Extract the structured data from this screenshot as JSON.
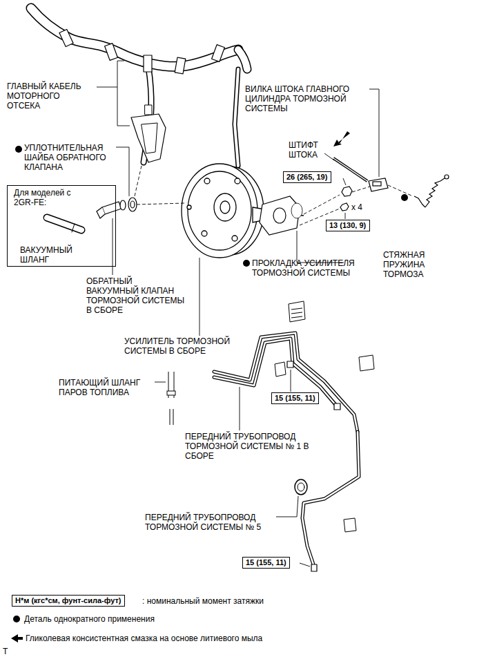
{
  "diagram": {
    "nodes": [
      {
        "text": [
          "Для моделей с 2GR-FE:",
          "ВАКУУМНЫЙ ШЛАНГ"
        ]
      },
      {
        "text": [
          "26 (265, 19)"
        ]
      },
      {
        "text": [
          "13 (130, 9)"
        ]
      },
      {
        "text": [
          "15 (155, 11)"
        ]
      },
      {
        "text": [
          "15 (155, 11)"
        ]
      },
      {
        "text": [
          "Н*м (кгс*см, фунт-сила-фут)"
        ]
      }
    ],
    "labels": [
      "ГЛАВНЫЙ КАБЕЛЬ МОТОРНОГО ОТСЕКА",
      "ВИЛКА ШТОКА ГЛАВНОГО ЦИЛИНДРА ТОРМОЗНОЙ СИСТЕМЫ",
      "УПЛОТНИТЕЛЬНАЯ ШАЙБА ОБРАТНОГО КЛАПАНА",
      "ШТИФТ ШТОКА",
      "x 4",
      "ПРОКЛАДКА УСИЛИТЕЛЯ ТОРМОЗНОЙ СИСТЕМЫ",
      "СТЯЖНАЯ ПРУЖИНА ТОРМОЗА",
      "ОБРАТНЫЙ ВАКУУМНЫЙ КЛАПАН ТОРМОЗНОЙ СИСТЕМЫ В СБОРЕ",
      "УСИЛИТЕЛЬ ТОРМОЗНОЙ СИСТЕМЫ В СБОРЕ",
      "ПИТАЮЩИЙ ШЛАНГ ПАРОВ ТОПЛИВА",
      "ПЕРЕДНИЙ ТРУБОПРОВОД ТОРМОЗНОЙ СИСТЕМЫ № 1 В СБОРЕ",
      "ПЕРЕДНИЙ ТРУБОПРОВОД ТОРМОЗНОЙ СИСТЕМЫ № 5",
      "T"
    ],
    "legend": [
      {
        "text": ": номинальный момент затяжки"
      },
      {
        "text": "Деталь однократного применения"
      },
      {
        "text": "Гликолевая консистентная смазка на основе литиевого мыла"
      }
    ]
  }
}
